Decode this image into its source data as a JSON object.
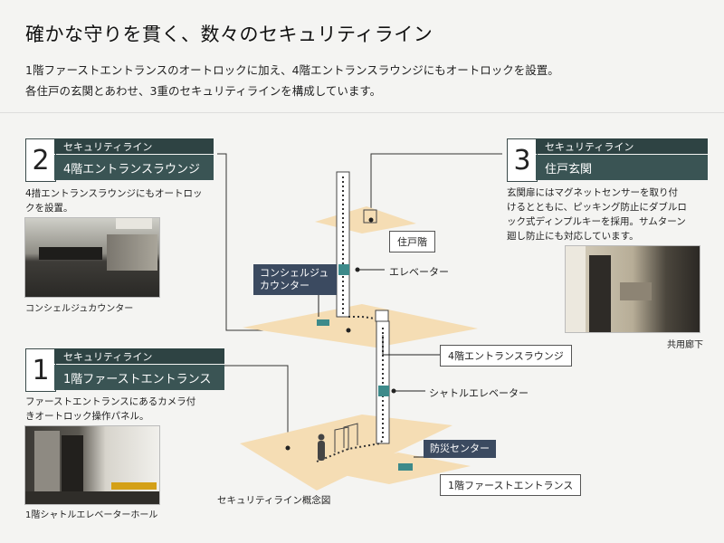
{
  "title": "確かな守りを貫く、数々のセキュリティライン",
  "intro": [
    "1階ファーストエントランスのオートロックに加え、4階エントランスラウンジにもオートロックを設置。",
    "各住戸の玄関とあわせ、3重のセキュリティラインを構成しています。"
  ],
  "cards": [
    {
      "num": "2",
      "tag": "セキュリティライン",
      "name": "4階エントランスラウンジ",
      "desc": [
        "4措エントランスラウンジにもオートロッ",
        "クを設置。"
      ],
      "caption": "コンシェルジュカウンター"
    },
    {
      "num": "3",
      "tag": "セキュリティライン",
      "name": "住戸玄関",
      "desc": [
        "玄関扉にはマグネットセンサーを取り付",
        "けるとともに、ピッキング防止にダブルロ",
        "ック式ディンプルキーを採用。サムターン",
        "廻し防止にも対応しています。"
      ],
      "caption": "共用廊下"
    },
    {
      "num": "1",
      "tag": "セキュリティライン",
      "name": "1階ファーストエントランス",
      "desc": [
        "ファーストエントランスにあるカメラ付",
        "きオートロック操作パネル。"
      ],
      "caption": "1階シャトルエレベーターホール"
    }
  ],
  "diagram": {
    "caption": "セキュリティライン概念図",
    "floor_residence": "住戸階",
    "elevator": "エレベーター",
    "concierge": [
      "コンシェルジュ",
      "カウンター"
    ],
    "lounge": "4階エントランスラウンジ",
    "shuttle": "シャトルエレベーター",
    "disaster": "防災センター",
    "entrance": "1階ファーストエントランス"
  },
  "colors": {
    "card_bar": "#2e4343",
    "floor": "#f5ddb4",
    "label_dark": "#3b4a60",
    "elevator_box": "#3d8a8a"
  }
}
